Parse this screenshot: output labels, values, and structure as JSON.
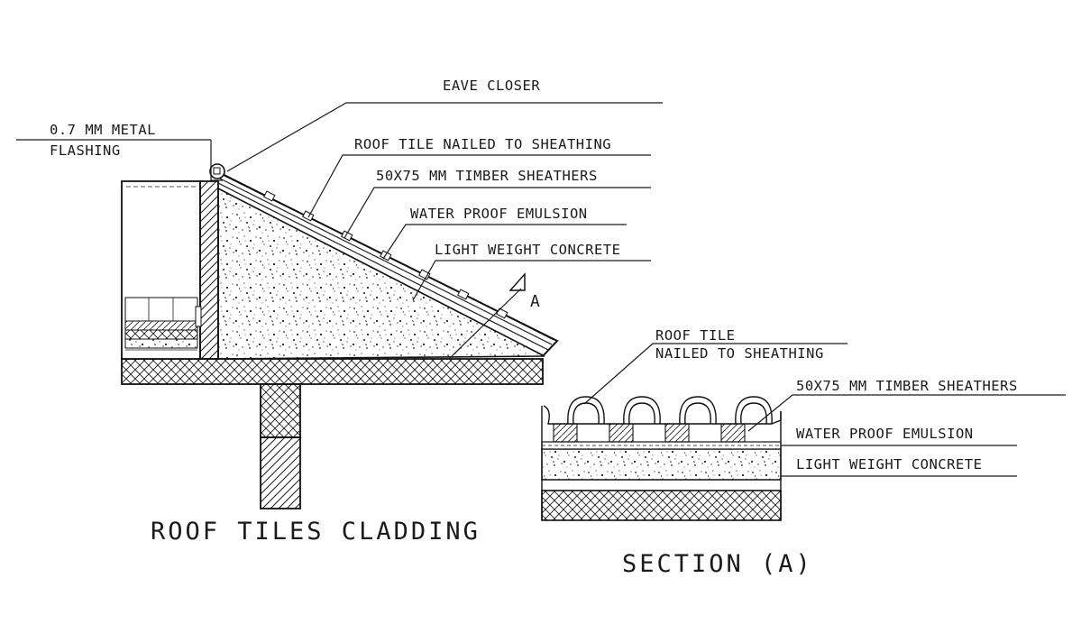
{
  "main_detail": {
    "title": "ROOF TILES CLADDING",
    "labels": {
      "eave_closer": "EAVE CLOSER",
      "flashing_line1": "0.7 MM METAL",
      "flashing_line2": "FLASHING",
      "roof_tile": "ROOF TILE NAILED TO SHEATHING",
      "timber": "50X75 MM TIMBER SHEATHERS",
      "waterproof": "WATER PROOF EMULSION",
      "concrete": "LIGHT WEIGHT CONCRETE",
      "section_marker": "A"
    }
  },
  "section_detail": {
    "title": "SECTION (A)",
    "labels": {
      "roof_tile_line1": "ROOF TILE",
      "roof_tile_line2": "NAILED TO SHEATHING",
      "timber": "50X75 MM TIMBER SHEATHERS",
      "waterproof": "WATER PROOF EMULSION",
      "concrete": "LIGHT WEIGHT CONCRETE"
    }
  }
}
